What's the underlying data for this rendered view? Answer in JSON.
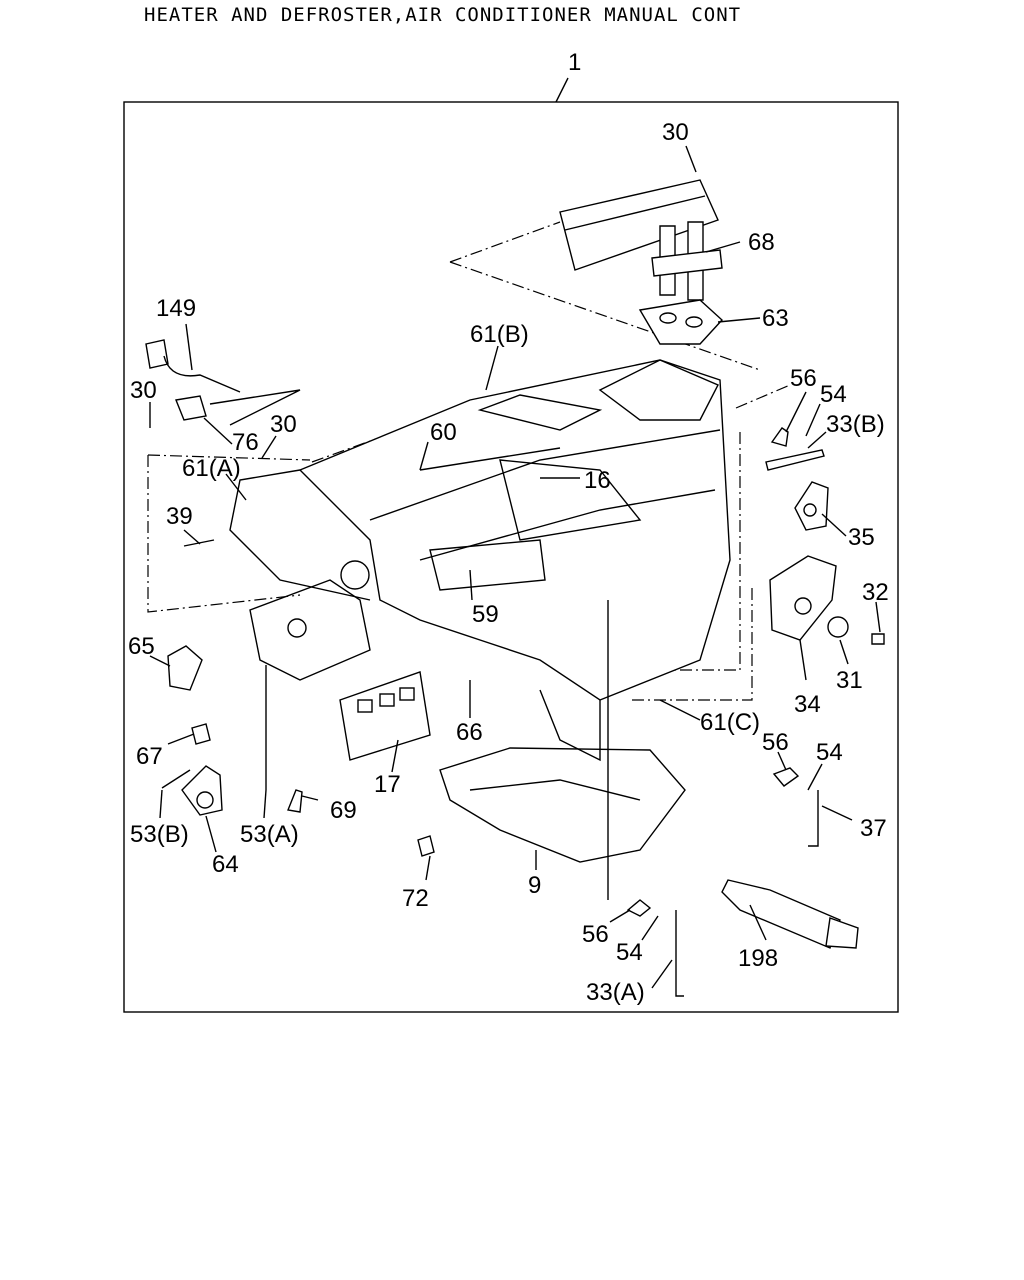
{
  "title": "HEATER AND DEFROSTER,AIR CONDITIONER MANUAL CONT",
  "labels": {
    "l1": "1",
    "l30a": "30",
    "l68": "68",
    "l63": "63",
    "l149": "149",
    "l30b": "30",
    "l76": "76",
    "l30c": "30",
    "l61b": "61(B)",
    "l60": "60",
    "l16": "16",
    "l56a": "56",
    "l54a": "54",
    "l33b": "33(B)",
    "l35": "35",
    "l61a": "61(A)",
    "l39": "39",
    "l32": "32",
    "l31": "31",
    "l34": "34",
    "l59": "59",
    "l65": "65",
    "l61c": "61(C)",
    "l67": "67",
    "l66": "66",
    "l56b": "56",
    "l54b": "54",
    "l17": "17",
    "l53b": "53(B)",
    "l53a": "53(A)",
    "l69": "69",
    "l37": "37",
    "l64": "64",
    "l72": "72",
    "l9": "9",
    "l56c": "56",
    "l54c": "54",
    "l198": "198",
    "l33a": "33(A)"
  }
}
